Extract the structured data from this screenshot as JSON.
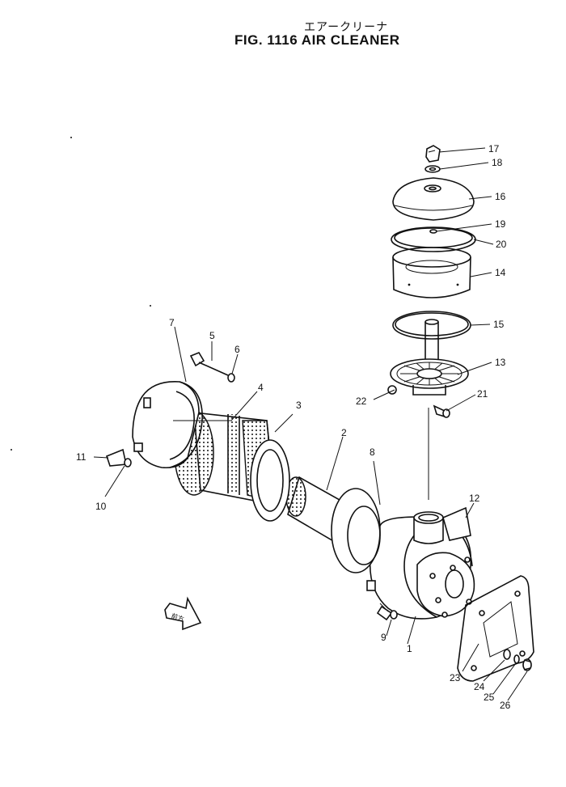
{
  "title": {
    "japanese": "エアークリーナ",
    "english": "FIG. 1116  AIR CLEANER"
  },
  "callouts": [
    "1",
    "2",
    "3",
    "4",
    "5",
    "6",
    "7",
    "8",
    "9",
    "10",
    "11",
    "12",
    "13",
    "14",
    "15",
    "16",
    "17",
    "18",
    "19",
    "20",
    "21",
    "22",
    "23",
    "24",
    "25",
    "26"
  ],
  "front_marker": "前方"
}
